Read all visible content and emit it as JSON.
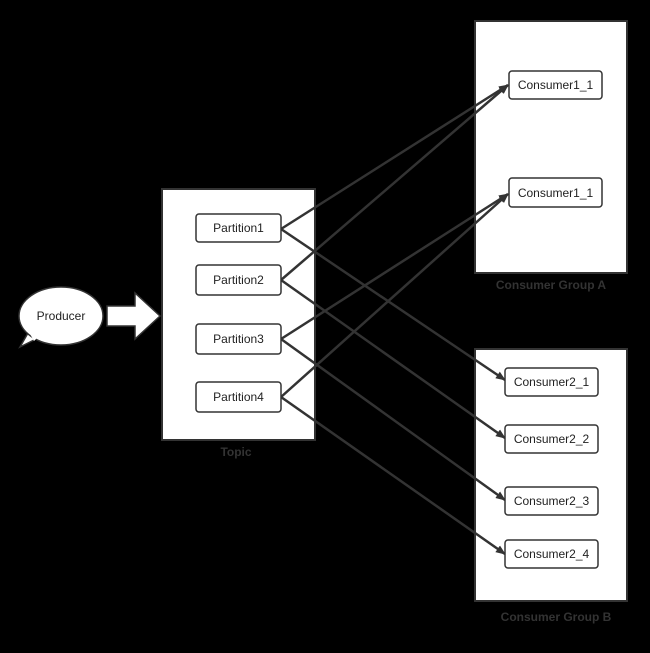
{
  "producer": {
    "label": "Producer"
  },
  "topic": {
    "label": "Topic",
    "partitions": [
      "Partition1",
      "Partition2",
      "Partition3",
      "Partition4"
    ]
  },
  "consumer_group_a": {
    "label": "Consumer Group A",
    "consumers": [
      "Consumer1_1",
      "Consumer1_1"
    ]
  },
  "consumer_group_b": {
    "label": "Consumer Group B",
    "consumers": [
      "Consumer2_1",
      "Consumer2_2",
      "Consumer2_3",
      "Consumer2_4"
    ]
  },
  "edges": [
    {
      "from": "Partition1",
      "to": "Consumer1_1 (first)"
    },
    {
      "from": "Partition1",
      "to": "Consumer2_1"
    },
    {
      "from": "Partition2",
      "to": "Consumer1_1 (first)"
    },
    {
      "from": "Partition2",
      "to": "Consumer2_2"
    },
    {
      "from": "Partition3",
      "to": "Consumer1_1 (second)"
    },
    {
      "from": "Partition3",
      "to": "Consumer2_3"
    },
    {
      "from": "Partition4",
      "to": "Consumer1_1 (second)"
    },
    {
      "from": "Partition4",
      "to": "Consumer2_4"
    }
  ],
  "colors": {
    "background": "#000000",
    "box_fill": "#ffffff",
    "stroke": "#333333",
    "text": "#222222"
  }
}
